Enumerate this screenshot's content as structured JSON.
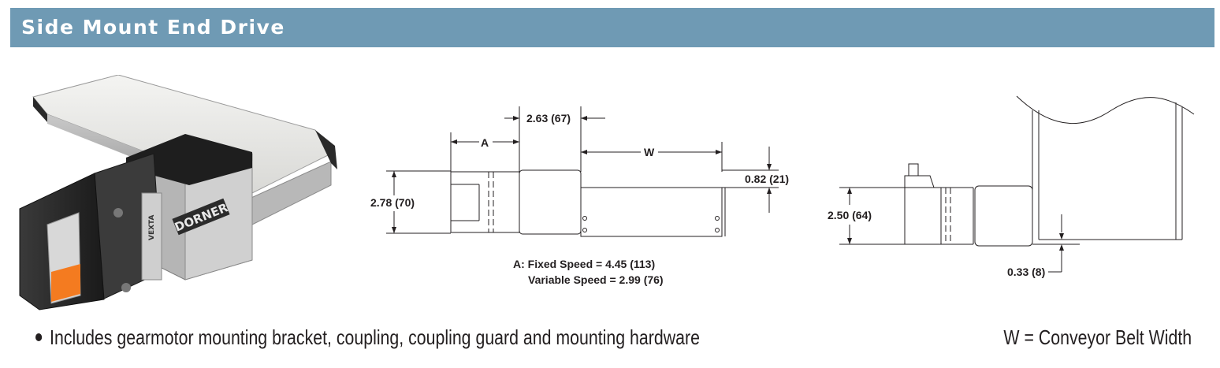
{
  "header": {
    "title": "Side Mount End Drive"
  },
  "photo": {
    "brand_label": "DORNER",
    "motor_label": "VEXTA"
  },
  "drawing_top": {
    "dim_a": "A",
    "dim_motor_length": "2.63 (67)",
    "dim_w": "W",
    "dim_height": "2.78 (70)",
    "dim_offset": "0.82 (21)"
  },
  "note": {
    "fixed": "A: Fixed Speed = 4.45 (113)",
    "variable": "Variable Speed = 2.99 (76)"
  },
  "drawing_side": {
    "dim_height": "2.50 (64)",
    "dim_bottom": "0.33 (8)"
  },
  "footer": {
    "bullet": "Includes gearmotor mounting bracket, coupling, coupling guard and mounting hardware",
    "legend": "W = Conveyor Belt Width"
  },
  "colors": {
    "header_bg": "#6f9ab4",
    "drive_label": "#f47b20"
  }
}
